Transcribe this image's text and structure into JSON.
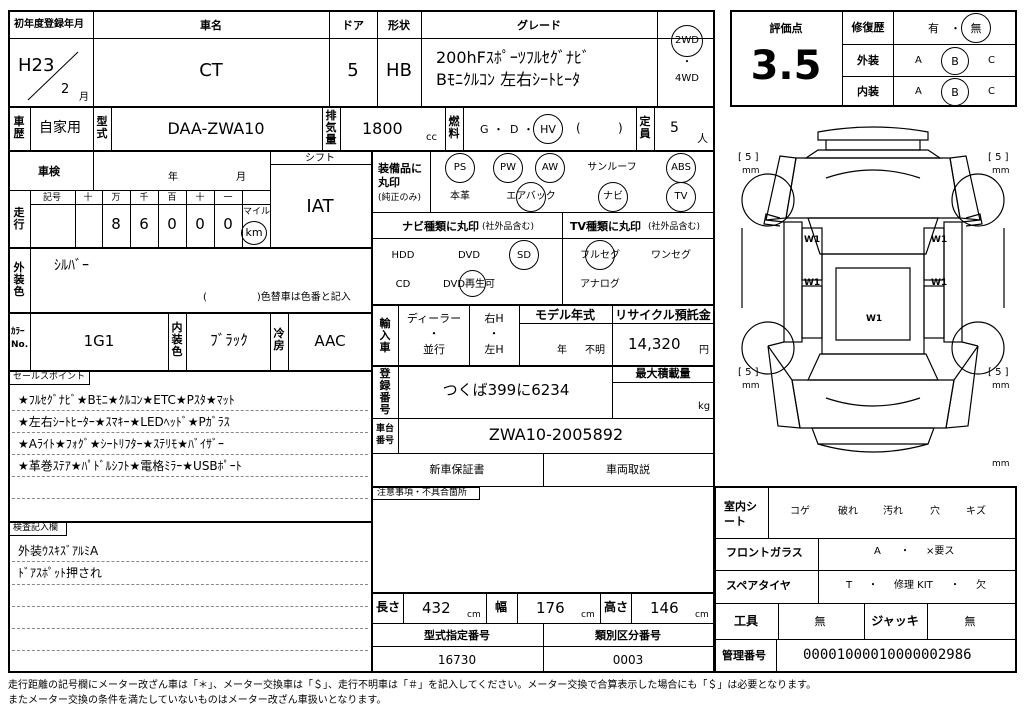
{
  "header": {
    "year_label": "初年度登録年月",
    "year_value": "H23",
    "month_value": "2",
    "month_unit": "月",
    "name_label": "車名",
    "name_value": "CT",
    "door_label": "ドア",
    "door_value": "5",
    "shape_label": "形状",
    "shape_value": "HB",
    "grade_label": "グレード",
    "grade_line1": "200hFｽﾎﾟｰﾂﾌﾙｾｸﾞﾅﾋﾞ",
    "grade_line2": "Bﾓﾆｸﾙｺﾝ 左右ｼｰﾄﾋｰﾀ",
    "drive_2wd": "2WD",
    "drive_dot": "・",
    "drive_4wd": "4WD"
  },
  "row2": {
    "usage_label": "車歴",
    "usage_value": "自家用",
    "model_label": "型式",
    "model_value": "DAA-ZWA10",
    "disp_label": "排気量",
    "disp_value": "1800",
    "disp_unit": "cc",
    "fuel_label": "燃料",
    "fuel_g": "G",
    "fuel_dot1": "・",
    "fuel_d": "D",
    "fuel_dot2": "・",
    "fuel_hv": "HV",
    "fuel_paren_l": "(",
    "fuel_paren_r": ")",
    "cap_label": "定員",
    "cap_value": "5",
    "cap_unit": "人"
  },
  "inspection": {
    "label": "車検",
    "year_unit": "年",
    "month_unit": "月",
    "shift_label": "シフト",
    "shift_value": "IAT"
  },
  "mileage": {
    "label": "走行",
    "sign_label": "記号",
    "digit_labels": [
      "十",
      "万",
      "千",
      "百",
      "十",
      "一"
    ],
    "digits": [
      "",
      "8",
      "6",
      "0",
      "0",
      "0"
    ],
    "unit_mile": "マイル",
    "unit_km": "km"
  },
  "color": {
    "label": "外装色",
    "value": "ｼﾙﾊﾞｰ",
    "note": "(　　　　　)色替車は色番と記入",
    "no_label": "ｶﾗｰNo.",
    "no_value": "1G1",
    "int_label": "内装色",
    "int_value": "ﾌﾞﾗｯｸ",
    "ac_label": "冷房",
    "ac_value": "AAC"
  },
  "sales": {
    "label": "セールスポイント",
    "lines": [
      "★ﾌﾙｾｸﾞﾅﾋﾞ★Bﾓﾆ★ｸﾙｺﾝ★ETC★Pｽﾀ★ﾏｯﾄ",
      "★左右ｼｰﾄﾋｰﾀｰ★ｽﾏｷｰ★LEDﾍｯﾄﾞ★Pｶﾞﾗｽ",
      "★Aﾗｲﾄ★ﾌｫｸﾞ★ｼｰﾄﾘﾌﾀｰ★ｽﾃﾘﾓ★ﾊﾞｲｻﾞｰ",
      "★革巻ｽﾃｱ★ﾊﾟﾄﾞﾙｼﾌﾄ★電格ﾐﾗｰ★USBﾎﾟｰﾄ"
    ]
  },
  "inspect_notes": {
    "label": "検査記入欄",
    "lines": [
      "外装ｳｽｷｽﾞｱﾙﾐA",
      "ﾄﾞｱｽﾎﾟｯﾄ押され"
    ]
  },
  "equipment": {
    "label": "装備品に丸印",
    "sub": "(純正のみ)",
    "items": [
      "PS",
      "PW",
      "AW",
      "サンルーフ",
      "ABS",
      "本革",
      "エアバック",
      "ナビ",
      "TV"
    ]
  },
  "navi": {
    "label": "ナビ種類に丸印",
    "sub": "(社外品含む)",
    "items": [
      "HDD",
      "DVD",
      "SD",
      "CD",
      "DVD再生可"
    ]
  },
  "tv": {
    "label": "TV種類に丸印",
    "sub": "(社外品含む)",
    "items": [
      "フルセグ",
      "ワンセグ",
      "アナログ"
    ]
  },
  "import": {
    "label": "輸入車",
    "dealer": "ディーラー",
    "dot": "・",
    "parallel": "並行",
    "rh": "右H",
    "lh": "左H"
  },
  "model_year": {
    "label": "モデル年式",
    "year_unit": "年",
    "unknown": "不明"
  },
  "recycle": {
    "label": "リサイクル預託金",
    "value": "14,320",
    "unit": "円"
  },
  "registration": {
    "label": "登録番号",
    "value": "つくば399に6234",
    "load_label": "最大積載量",
    "load_unit": "kg"
  },
  "chassis": {
    "label": "車台番号",
    "value": "ZWA10-2005892"
  },
  "warranty": {
    "new": "新車保証書",
    "manual": "車両取説"
  },
  "caution": {
    "label": "注意事項・不具合箇所"
  },
  "dims": {
    "len_label": "長さ",
    "len_value": "432",
    "wid_label": "幅",
    "wid_value": "176",
    "hgt_label": "高さ",
    "hgt_value": "146",
    "unit": "cm"
  },
  "type_no": {
    "label": "型式指定番号",
    "value": "16730",
    "class_label": "類別区分番号",
    "class_value": "0003"
  },
  "evaluation": {
    "score_label": "評価点",
    "score_value": "3.5",
    "repair_label": "修復歴",
    "repair_yes": "有",
    "repair_dot": "・",
    "repair_no": "無",
    "ext_label": "外装",
    "int_label": "内装",
    "grade_a": "A",
    "grade_b": "B",
    "grade_c": "C"
  },
  "diagram": {
    "mm5": "[ 5 ]",
    "mm": "mm",
    "w1": "W1",
    "mm_small": "mm"
  },
  "interior": {
    "label": "室内シート",
    "items": [
      "コゲ",
      "破れ",
      "汚れ",
      "穴",
      "キズ"
    ],
    "glass_label": "フロントガラス",
    "glass_a": "A",
    "glass_sep": "・",
    "glass_x": "×要ス",
    "spare_label": "スペアタイヤ",
    "spare_t": "T",
    "spare_dot": "・",
    "spare_kit": "修理 KIT",
    "spare_none": "欠",
    "tool_label": "工具",
    "tool_value": "無",
    "jack_label": "ジャッキ",
    "jack_value": "無",
    "mgmt_label": "管理番号",
    "mgmt_value": "00001000010000002986"
  },
  "footer": {
    "line1": "走行距離の記号欄にメーター改ざん車は「＊」、メーター交換車は「＄」、走行不明車は「＃」を記入してください。メーター交換で合算表示した場合にも「＄」は必要となります。",
    "line2": "またメーター交換の条件を満たしていないものはメーター改ざん車扱いとなります。"
  }
}
